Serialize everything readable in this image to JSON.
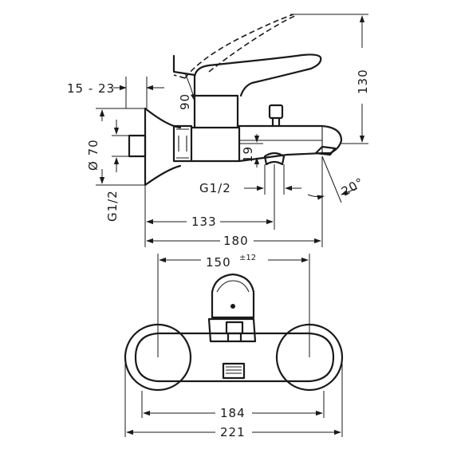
{
  "dimensions": {
    "d15_23": "15 - 23",
    "d90": "90",
    "d130": "130",
    "d70": "Ø 70",
    "d19": "19",
    "g12_left": "G1/2",
    "g12_mid": "G1/2",
    "d20": "20°",
    "d133": "133",
    "d180": "180",
    "d150": "150",
    "d150_tol": "±12",
    "d184": "184",
    "d221": "221"
  }
}
